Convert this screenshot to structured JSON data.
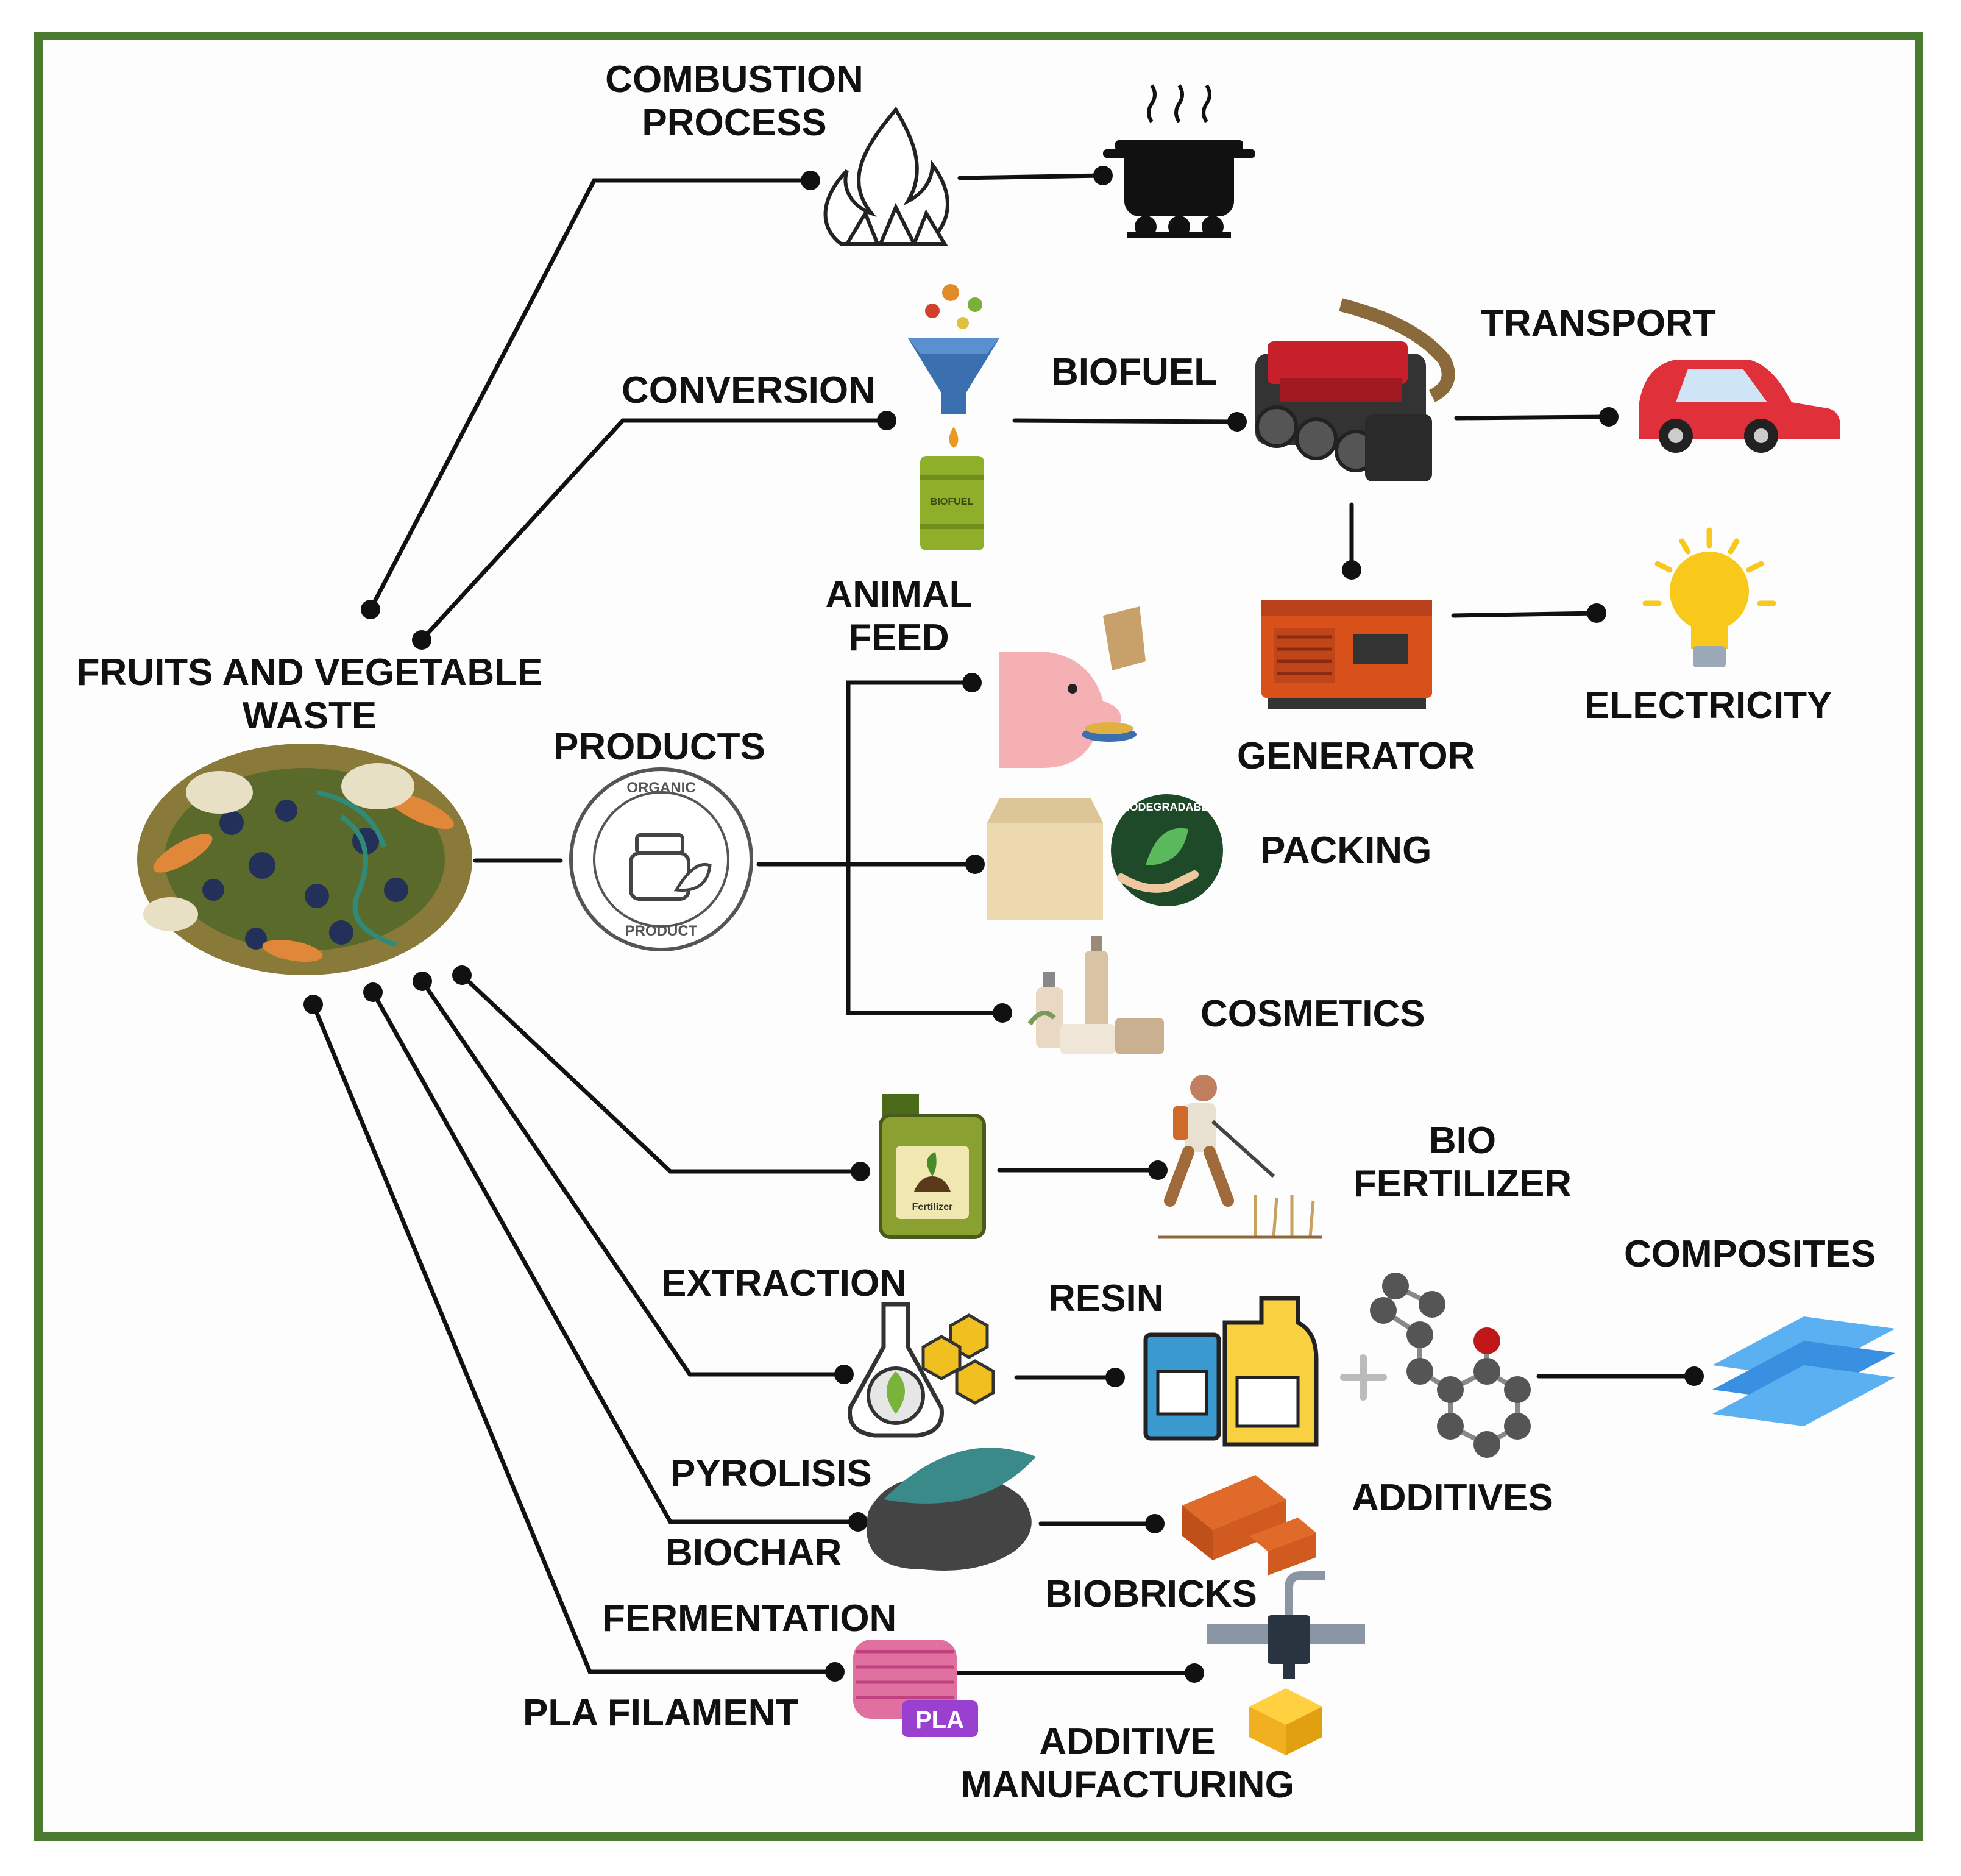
{
  "diagram": {
    "source": "FRUITS AND VEGETABLE WASTE",
    "routes": {
      "combustion": "COMBUSTION PROCESS",
      "conversion": "CONVERSION",
      "biofuel": "BIOFUEL",
      "transport": "TRANSPORT",
      "generator": "GENERATOR",
      "electricity": "ELECTRICITY",
      "products": "PRODUCTS",
      "animal_feed": "ANIMAL FEED",
      "packing": "PACKING",
      "cosmetics": "COSMETICS",
      "bio_fertilizer": "BIO FERTILIZER",
      "extraction": "EXTRACTION",
      "resin": "RESIN",
      "additives": "ADDITIVES",
      "composites": "COMPOSITES",
      "pyrolisis": "PYROLISIS",
      "biochar": "BIOCHAR",
      "biobricks": "BIOBRICKS",
      "fermentation": "FERMENTATION",
      "pla_filament": "PLA FILAMENT",
      "additive_manufacturing": "ADDITIVE MANUFACTURING"
    },
    "badges": {
      "organic_top": "ORGANIC",
      "organic_bottom": "PRODUCT",
      "biofuel_drum": "BIOFUEL",
      "fertilizer_can": "Fertilizer",
      "biodegradable": "BIODEGRADABLE",
      "pla": "PLA"
    },
    "colors": {
      "frame": "#4a7a2e",
      "line": "#111111"
    }
  }
}
